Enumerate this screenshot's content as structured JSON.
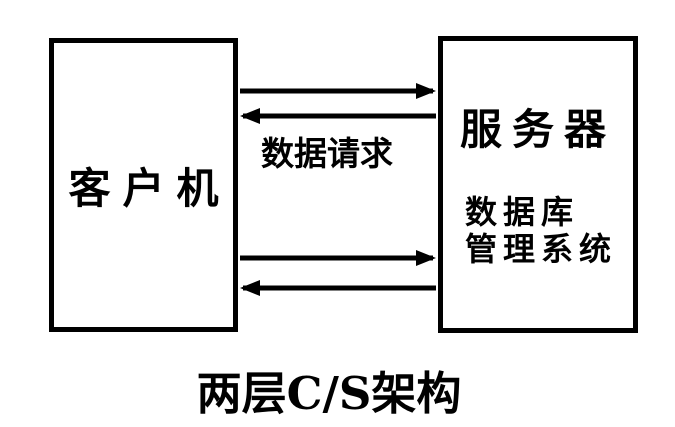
{
  "diagram": {
    "client_box": {
      "label": "客户机"
    },
    "server_box": {
      "title": "服务器",
      "subtitle_lines": [
        "数据库",
        "管理系统"
      ]
    },
    "arrows": {
      "label": "数据请求",
      "directions": [
        "client-to-server",
        "server-to-client",
        "client-to-server",
        "server-to-client"
      ]
    },
    "caption": "两层C/S架构"
  },
  "colors": {
    "ink": "#000000",
    "background": "#ffffff"
  }
}
